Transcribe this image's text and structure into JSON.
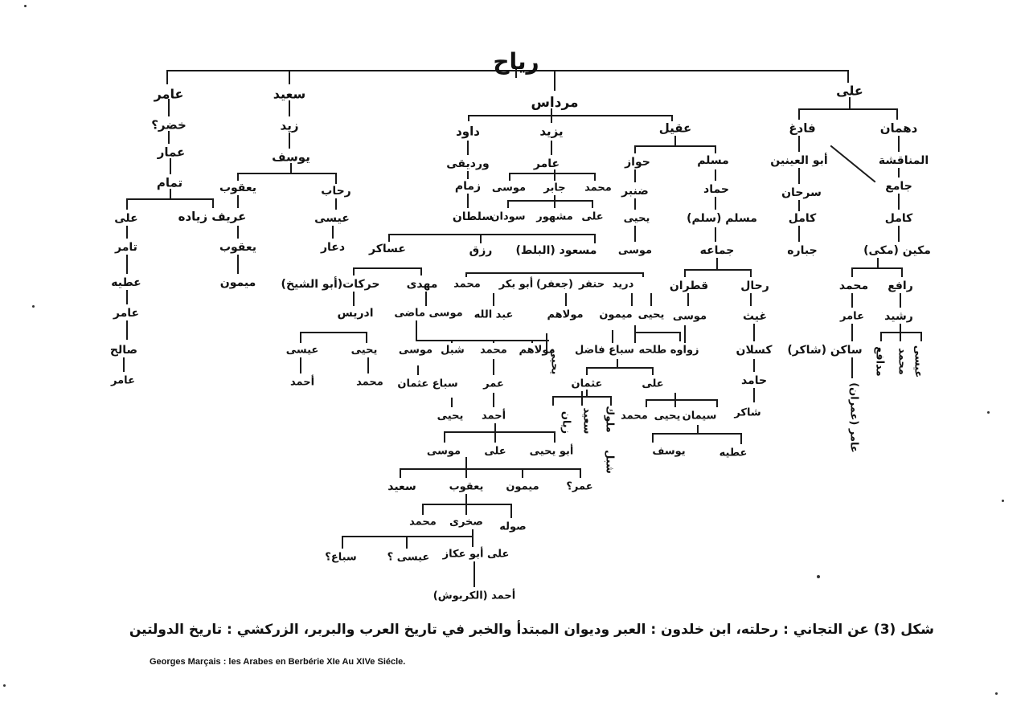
{
  "diagram": {
    "root": "رياح",
    "nodes": {
      "amer_top": "عامر",
      "khadr": "خضر؟",
      "ammar": "عمار",
      "tamam": "تمام",
      "ali_l": "على",
      "tamer_l": "تامر",
      "atiya_l": "عطيه",
      "amer_l2": "عامر",
      "saleh": "صالح",
      "amer_l3": "عامر",
      "ziyada": "عريف زياده",
      "said": "سعيد",
      "zaid": "زيد",
      "yusuf": "يوسف",
      "yaqub1": "يعقوب",
      "yaqub2": "يعقوب",
      "maimoun1": "ميمون",
      "rahab": "رحاب",
      "isa1": "عيسى",
      "daar": "دعار",
      "mirdas": "مرداس",
      "dawud": "داود",
      "wardiqi": "ورديقى",
      "zamam": "زمام",
      "sultan": "سلطان",
      "yazid": "يزيد",
      "amer_y": "عامر",
      "musa_y": "موسى",
      "jaber": "جابر",
      "muhammad_y": "محمد",
      "sudan": "سودان",
      "mashhour": "مشهور",
      "ali_m": "على",
      "aqil": "عقيل",
      "hawaz": "حواز",
      "dhunbur": "ضنبر",
      "yahya_h": "يحيى",
      "musa_h": "موسى",
      "muslim": "مسلم",
      "hammad": "حماد",
      "muslim_salm": "مسلم (سلم)",
      "jamaa": "جماعه",
      "asaker": "عساكر",
      "rizq": "رزق",
      "masud": "مسعود (البلط)",
      "harakat": "حركات(أبو الشيخ)",
      "mahdi": "مهدى",
      "idris": "ادريس",
      "isa_i": "عيسى",
      "yahya_i": "يحيى",
      "ahmad_i": "أحمد",
      "muhammad_i": "محمد",
      "musa_madi": "موسى ماضى",
      "musa_m2": "موسى",
      "muhammad_b": "محمد",
      "abu_bakr": "أبو بكر",
      "jafar": "(جعفر)",
      "hanfar": "حنفر",
      "durayd": "دريد",
      "abdallah": "عبد الله",
      "mawlahum": "مولاهم",
      "maimoun_y": "ميمون",
      "yahya_d": "يحيى",
      "shibl": "شبل",
      "muhammad_s": "محمد",
      "mawlahum2": "مولاهم",
      "yahya_v": "يحيى",
      "saba_uthman": "سباع عثمان",
      "umar1": "عمر",
      "yahya_s": "يحيى",
      "ahmad_s": "أحمد",
      "musa_ab": "موسى",
      "ali_ab": "على",
      "abu_yahya": "أبو يحيى",
      "said2": "سعيد",
      "yaqub3": "يعقوب",
      "maimoun2": "ميمون",
      "umar2": "عمر؟",
      "muhammad_sk": "محمد",
      "sakhri": "صخرى",
      "sawla": "صوله",
      "saba_q": "سباع؟",
      "isa_q": "عيسى ؟",
      "ali_abu_akkaz": "على أبو عكاز",
      "ahmad_k": "أحمد (الكربوش)",
      "zawawa": "زواوه طلحه",
      "saba_fadil": "سباع فاضل",
      "uthman": "عثمان",
      "ali_u": "على",
      "zayan": "زيان",
      "said_v": "سعيد",
      "muluk": "ملوك",
      "shibl2": "شبل",
      "siman": "سيمان",
      "yahya_u": "يحيى",
      "muhammad_u": "محمد",
      "yusuf2": "يوسف",
      "atiya2": "عطيه",
      "qatran": "قطران",
      "musa_q": "موسى",
      "rahal": "رحال",
      "ghayth": "غيث",
      "kaslan": "كسلان",
      "hamid": "حامد",
      "shaker_r": "شاكر",
      "ali_r": "على",
      "fadigh": "فادغ",
      "abul_ainain": "أبو العينين",
      "sarhan": "سرحان",
      "kamil1": "كامل",
      "jabbara": "جباره",
      "dahman": "دهمان",
      "manaqisha": "المناقشة",
      "jami": "جامع",
      "kamil2": "كامل",
      "mukayn": "مكين (مكى)",
      "muhammad_mk": "محمد",
      "amer_mk": "عامر",
      "saken": "ساكن (شاكر)",
      "amer_imran": "عامر (عمران)",
      "rafi": "رافع",
      "rashid": "رشيد",
      "mudafi": "مدافع",
      "muhammad_r": "محمد",
      "isa_r": "عيسى"
    }
  },
  "caption_ar": "شكل (3) عن التجاني : رحلته، ابن خلدون : العبر وديوان المبتدأ والخبر في تاريخ العرب والبربر، الزركشي : تاريخ الدولتين",
  "caption_fr": "Georges Marçais : les Arabes en Berbérie XIe Au XIVe Siécle."
}
